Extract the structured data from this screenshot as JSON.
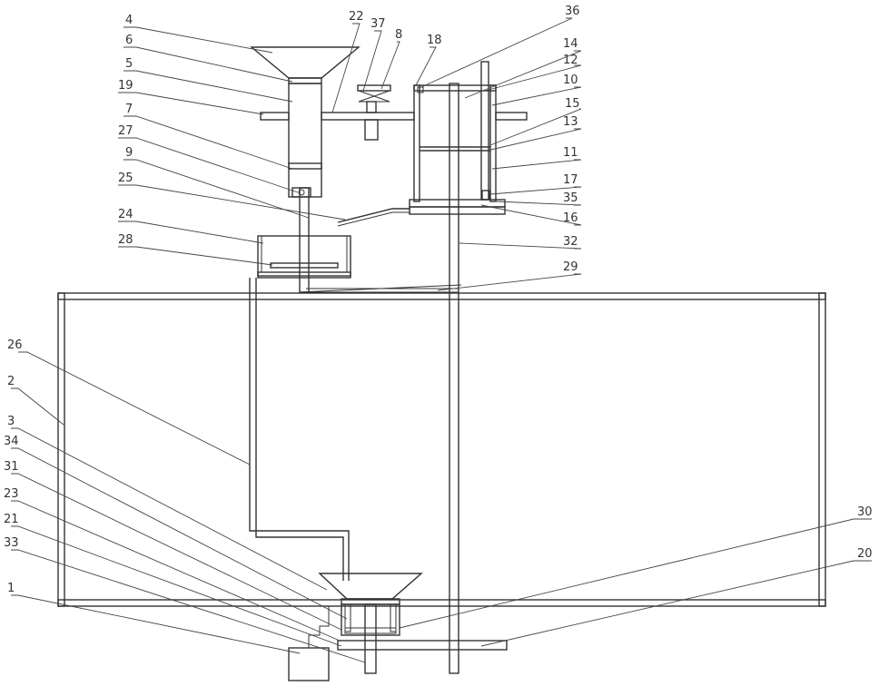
{
  "colors": {
    "line": "#333333",
    "background": "#ffffff"
  },
  "labels": {
    "l1": "1",
    "l2": "2",
    "l3": "3",
    "l4": "4",
    "l5": "5",
    "l6": "6",
    "l7": "7",
    "l8": "8",
    "l9": "9",
    "l10": "10",
    "l11": "11",
    "l12": "12",
    "l13": "13",
    "l14": "14",
    "l15": "15",
    "l16": "16",
    "l17": "17",
    "l18": "18",
    "l19": "19",
    "l20": "20",
    "l21": "21",
    "l22": "22",
    "l23": "23",
    "l24": "24",
    "l25": "25",
    "l26": "26",
    "l27": "27",
    "l28": "28",
    "l29": "29",
    "l30": "30",
    "l31": "31",
    "l32": "32",
    "l33": "33",
    "l34": "34",
    "l35": "35",
    "l36": "36",
    "l37": "37"
  }
}
